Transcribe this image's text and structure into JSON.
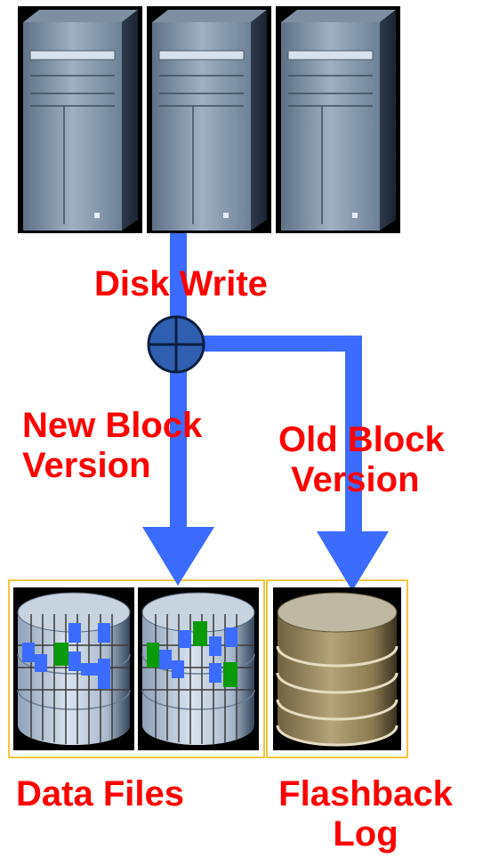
{
  "labels": {
    "disk_write": "Disk Write",
    "new_block_line1": "New Block",
    "new_block_line2": "Version",
    "old_block_line1": "Old Block",
    "old_block_line2": "Version",
    "data_files": "Data Files",
    "flashback_line1": "Flashback",
    "flashback_line2": "Log"
  },
  "colors": {
    "label": "#ff0000",
    "flow": "#3b6cff",
    "server": "#7f93a6",
    "group_border": "#f5c542",
    "cell_green": "#0a9a0a",
    "log_cylinder": "#8a7a50"
  },
  "icons": [
    "server-icon",
    "server-icon",
    "server-icon",
    "junction-icon",
    "database-icon",
    "database-icon",
    "database-icon"
  ]
}
